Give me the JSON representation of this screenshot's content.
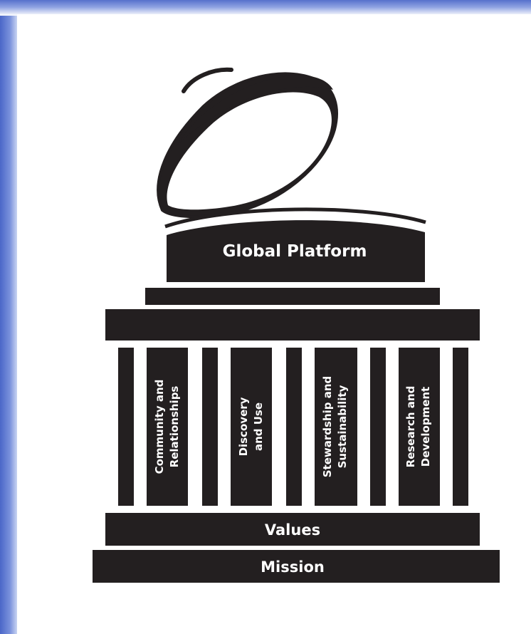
{
  "diagram": {
    "dome_label": "Global Platform",
    "pillars": [
      {
        "line1": "Community and",
        "line2": "Relationships"
      },
      {
        "line1": "Discovery",
        "line2": "and Use"
      },
      {
        "line1": "Stewardship and",
        "line2": "Sustainability"
      },
      {
        "line1": "Research and",
        "line2": "Development"
      }
    ],
    "values_label": "Values",
    "mission_label": "Mission"
  },
  "colors": {
    "structure": "#231f20",
    "text": "#ffffff",
    "frame_blue": "#4a66c8"
  }
}
